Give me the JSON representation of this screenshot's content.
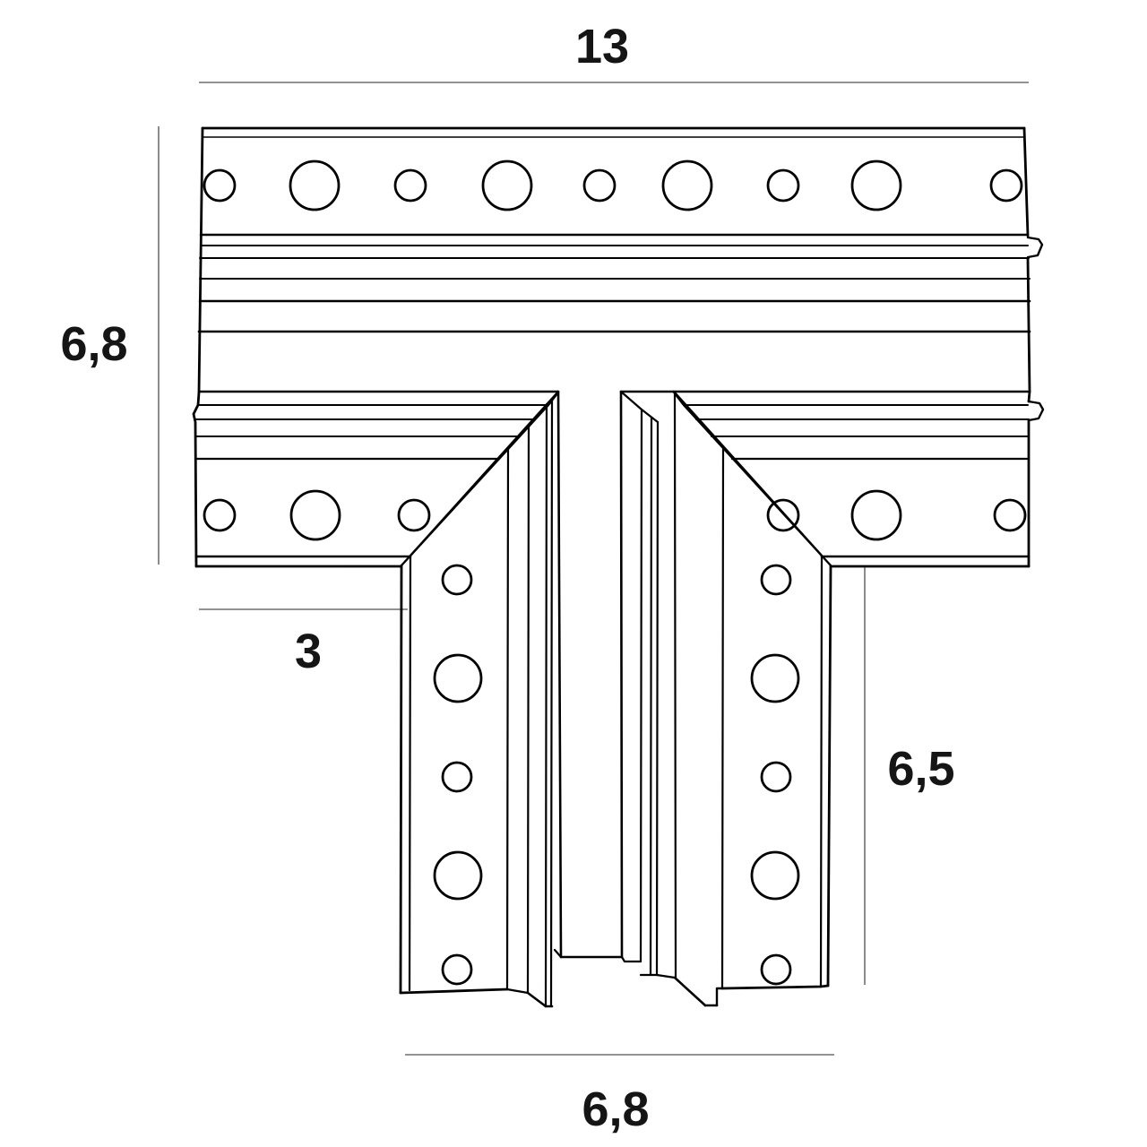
{
  "page": {
    "background": "#ffffff",
    "description": "Technical dimension drawing of a T-shaped track connector profile with mounting holes"
  },
  "drawing": {
    "part": "t-shape-track-connector",
    "line_color": "#000000",
    "dimension_line_color": "#6f6f6f",
    "label_color": "#151515",
    "dimensions": {
      "top_width": "13",
      "left_height": "6,8",
      "left_arm_width": "3",
      "stem_right_height": "6,5",
      "stem_bottom_width": "6,8"
    }
  }
}
